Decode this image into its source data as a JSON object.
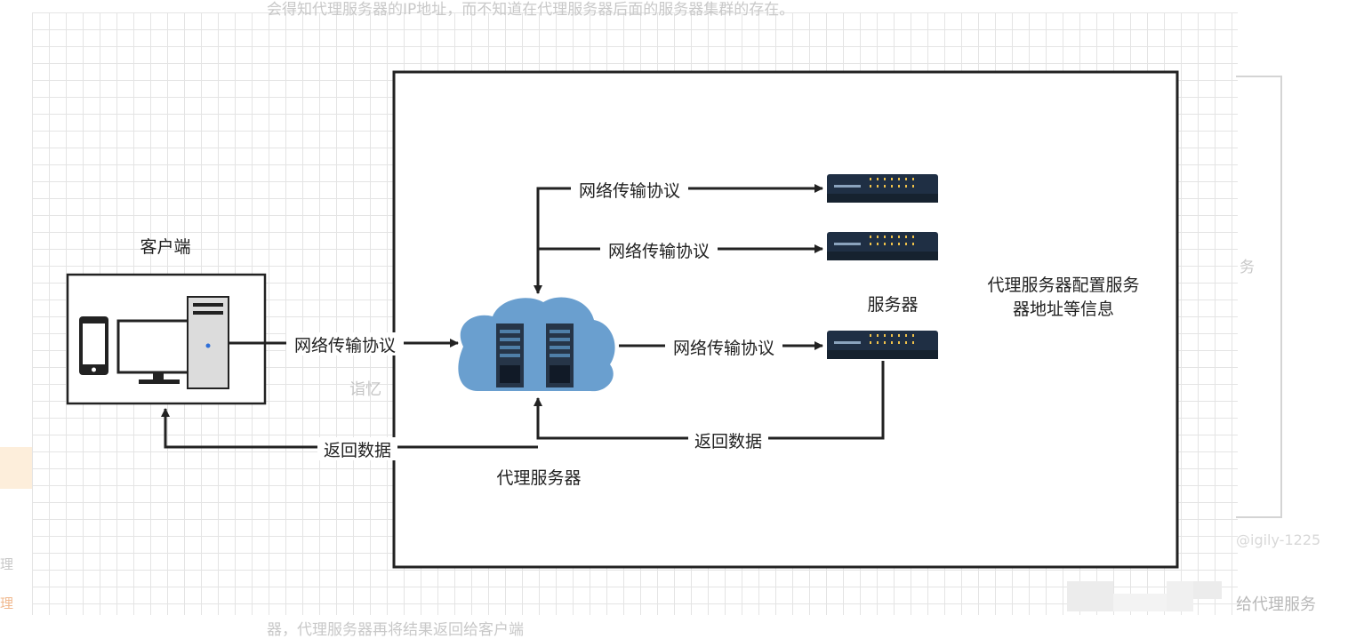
{
  "background_text": {
    "top_line": "会得知代理服务器的IP地址，而不知道在代理服务器后面的服务器集群的存在。",
    "bottom_line": "器，代理服务器再将结果返回给客户端",
    "left_fragment_1": "理",
    "left_fragment_2": "理",
    "right_fragment_1": "务",
    "right_fragment_2": "给代理服务",
    "watermark_handle": "@igily-1225"
  },
  "diagram": {
    "client_label": "客户端",
    "proxy_label": "代理服务器",
    "server_label": "服务器",
    "config_note_line1": "代理服务器配置服务",
    "config_note_line2": "器地址等信息",
    "watermark": "诣忆",
    "edge_client_to_proxy": "网络传输协议",
    "edge_proxy_to_server1": "网络传输协议",
    "edge_proxy_to_server2": "网络传输协议",
    "edge_proxy_to_server3": "网络传输协议",
    "edge_server_return": "返回数据",
    "edge_proxy_return": "返回数据"
  },
  "colors": {
    "cloud": "#6a9fcf",
    "server_box": "#1f2f44",
    "server_led": "#f0c24a",
    "line": "#222222"
  }
}
